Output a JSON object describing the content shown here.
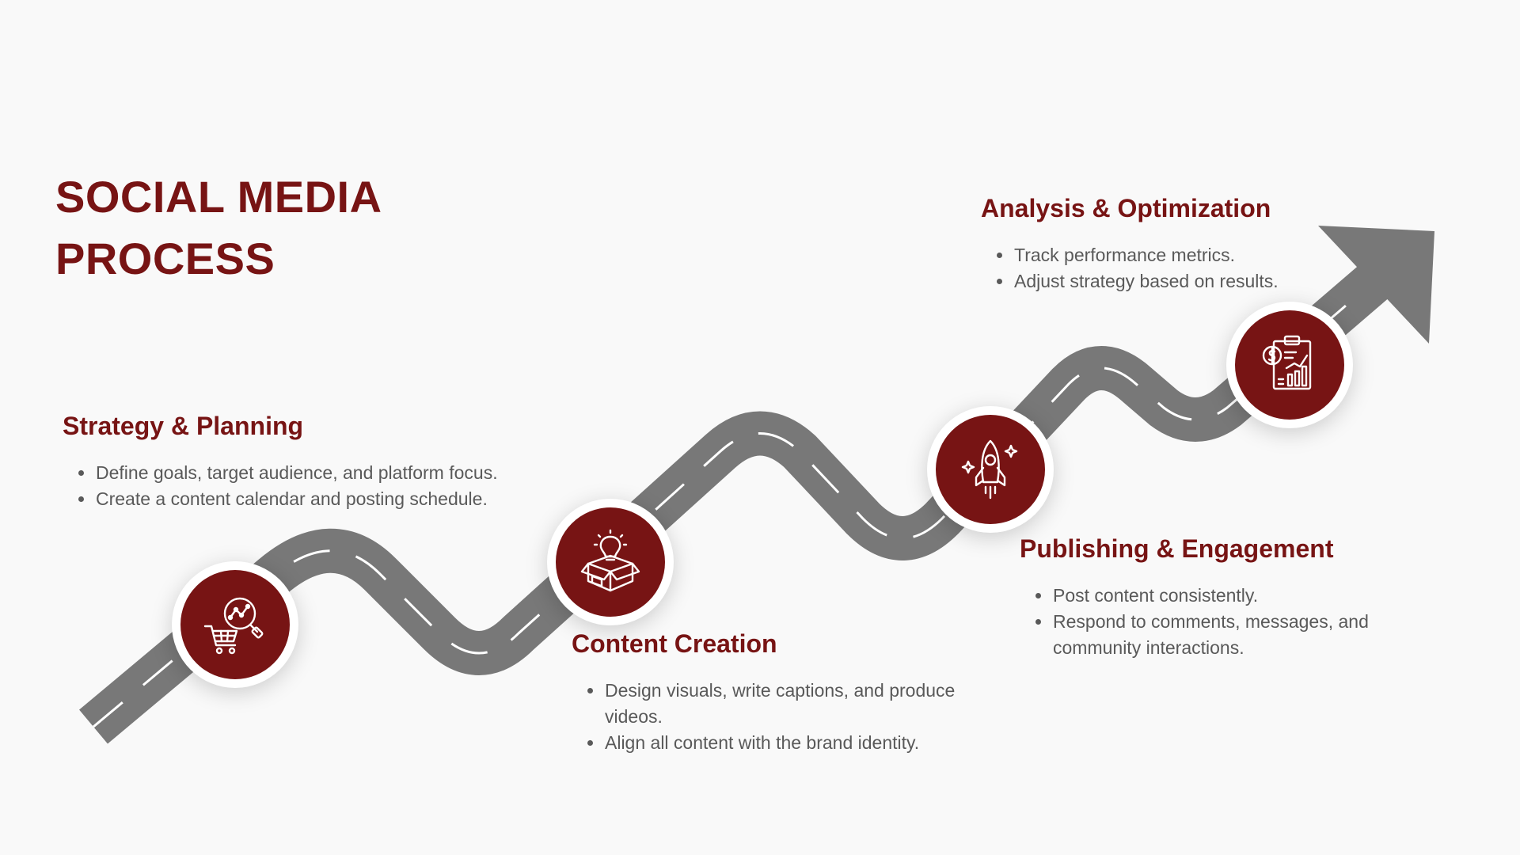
{
  "title": {
    "line1": "SOCIAL MEDIA",
    "line2": "PROCESS"
  },
  "colors": {
    "accent": "#771414",
    "road": "#787878",
    "road_marking": "#ffffff",
    "text": "#595959",
    "background": "#f9f9f9"
  },
  "stages": [
    {
      "title": "Strategy & Planning",
      "icon": "cart-analytics-icon",
      "bullets": [
        "Define goals, target audience, and platform focus.",
        "Create a content calendar and posting schedule."
      ]
    },
    {
      "title": "Content Creation",
      "icon": "idea-box-icon",
      "bullets": [
        "Design visuals, write captions, and produce videos.",
        "Align all content with the brand identity."
      ]
    },
    {
      "title": "Publishing & Engagement",
      "icon": "rocket-icon",
      "bullets": [
        "Post content consistently.",
        "Respond to comments, messages, and community interactions."
      ]
    },
    {
      "title": "Analysis & Optimization",
      "icon": "report-chart-icon",
      "bullets": [
        "Track performance metrics.",
        "Adjust strategy based on results."
      ]
    }
  ]
}
